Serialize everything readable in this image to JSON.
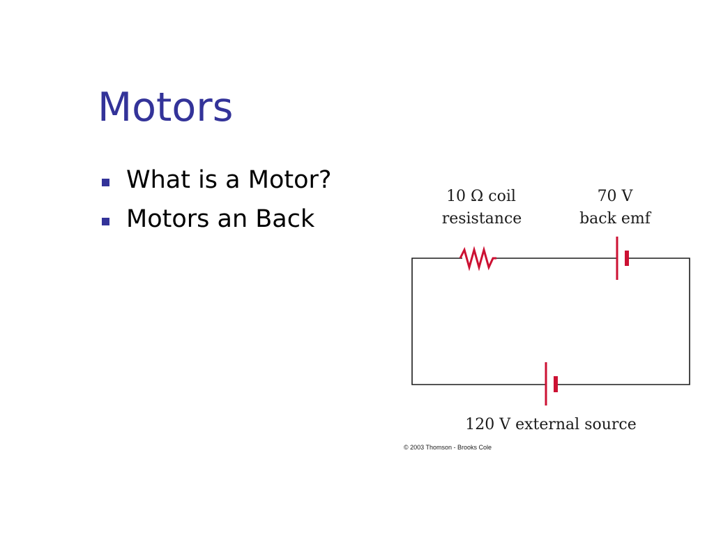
{
  "slide": {
    "title": "Motors",
    "bullets": [
      "What is a Motor?",
      "Motors an Back"
    ]
  },
  "diagram": {
    "resistor_label_line1": "10 Ω coil",
    "resistor_label_line2": "resistance",
    "emf_label_line1": "70 V",
    "emf_label_line2": "back emf",
    "source_label": "120 V external source",
    "copyright": "© 2003 Thomson - Brooks Cole"
  },
  "colors": {
    "title": "#333399",
    "bullet": "#333399",
    "wire": "#1a1a1a",
    "component": "#cc1133"
  }
}
